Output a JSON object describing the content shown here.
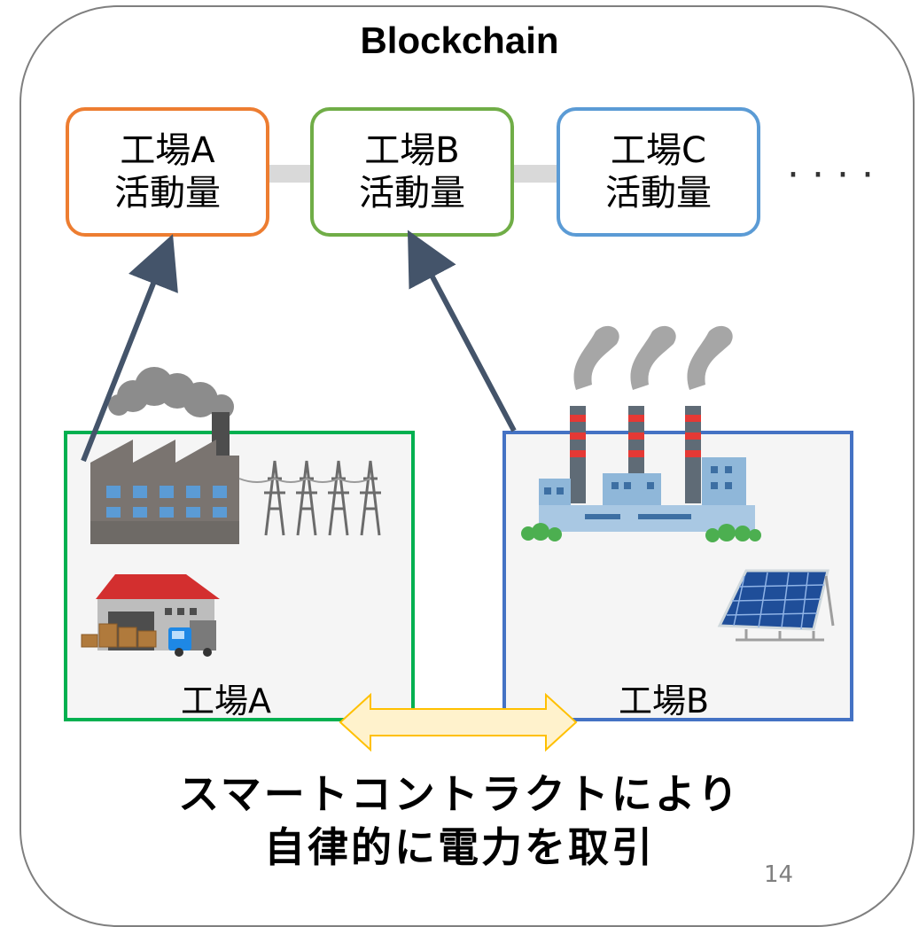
{
  "diagram": {
    "title": "Blockchain",
    "blocks": [
      {
        "line1": "工場A",
        "line2": "活動量",
        "color": "#ed7d31"
      },
      {
        "line1": "工場B",
        "line2": "活動量",
        "color": "#70ad47"
      },
      {
        "line1": "工場C",
        "line2": "活動量",
        "color": "#5b9bd5"
      }
    ],
    "ellipsis": "····",
    "factories": [
      {
        "label": "工場A",
        "border_color": "#00b050"
      },
      {
        "label": "工場B",
        "border_color": "#4472c4"
      }
    ],
    "caption": {
      "line1": "スマートコントラクトにより",
      "line2": "自律的に電力を取引"
    },
    "page_number": "14",
    "colors": {
      "arrow": "#44546a",
      "double_arrow_fill": "#fff2cc",
      "double_arrow_stroke": "#ffc000"
    },
    "icons": [
      "factory-icon",
      "power-tower-icon",
      "warehouse-icon",
      "truck-icon",
      "power-plant-icon",
      "solar-panel-icon"
    ]
  }
}
